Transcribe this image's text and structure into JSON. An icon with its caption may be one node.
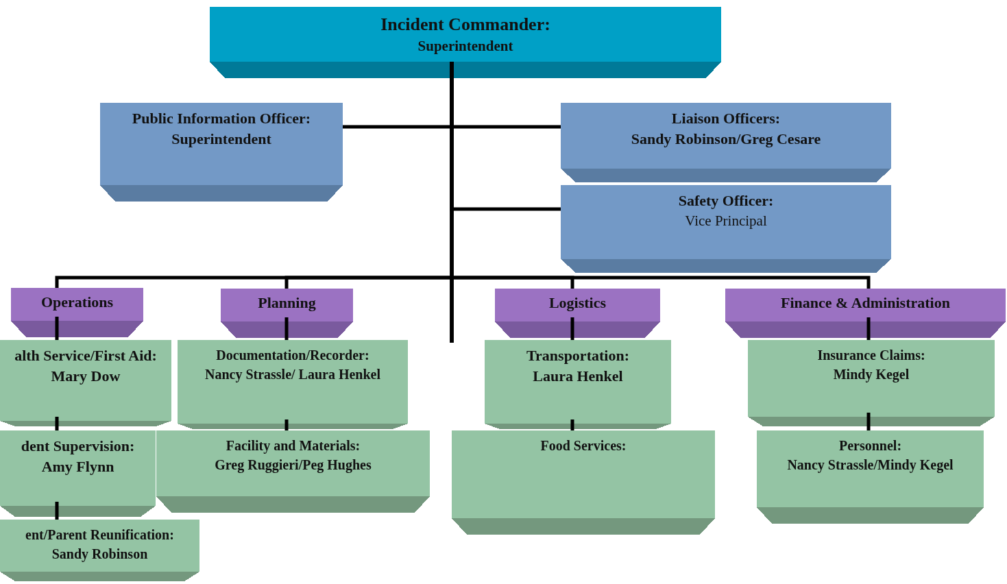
{
  "diagram": {
    "nodes": [
      {
        "text": [
          "Incident Commander:",
          "Superintendent"
        ]
      },
      {
        "text": [
          "Public Information Officer:",
          "Superintendent"
        ]
      },
      {
        "text": [
          "Liaison Officers:",
          "Sandy Robinson/Greg Cesare"
        ]
      },
      {
        "text": [
          "Safety Officer:",
          "Vice Principal"
        ]
      },
      {
        "text": [
          "Operations"
        ]
      },
      {
        "text": [
          "Planning"
        ]
      },
      {
        "text": [
          "Logistics"
        ]
      },
      {
        "text": [
          "Finance & Administration"
        ]
      },
      {
        "text": [
          "alth Service/First Aid:",
          "Mary Dow"
        ]
      },
      {
        "text": [
          "Documentation/Recorder:",
          "Nancy Strassle/ Laura Henkel"
        ]
      },
      {
        "text": [
          "Transportation:",
          "Laura Henkel"
        ]
      },
      {
        "text": [
          "Insurance Claims:",
          "Mindy Kegel"
        ]
      },
      {
        "text": [
          "dent Supervision:",
          "Amy Flynn"
        ]
      },
      {
        "text": [
          "Facility and Materials:",
          "Greg Ruggieri/Peg Hughes"
        ]
      },
      {
        "text": [
          "Food Services:"
        ]
      },
      {
        "text": [
          "Personnel:",
          "Nancy Strassle/Mindy Kegel"
        ]
      },
      {
        "text": [
          "ent/Parent Reunification:",
          "Sandy Robinson"
        ]
      }
    ],
    "edges": [
      {
        "from": 0,
        "to": 1,
        "arrow": "none"
      },
      {
        "from": 0,
        "to": 2,
        "arrow": "none"
      },
      {
        "from": 0,
        "to": 3,
        "arrow": "none"
      },
      {
        "from": 0,
        "to": 4,
        "arrow": "none"
      },
      {
        "from": 0,
        "to": 5,
        "arrow": "none"
      },
      {
        "from": 0,
        "to": 6,
        "arrow": "none"
      },
      {
        "from": 0,
        "to": 7,
        "arrow": "none"
      },
      {
        "from": 4,
        "to": 8,
        "arrow": "none"
      },
      {
        "from": 8,
        "to": 12,
        "arrow": "none"
      },
      {
        "from": 12,
        "to": 16,
        "arrow": "none"
      },
      {
        "from": 5,
        "to": 9,
        "arrow": "none"
      },
      {
        "from": 9,
        "to": 13,
        "arrow": "none"
      },
      {
        "from": 6,
        "to": 10,
        "arrow": "none"
      },
      {
        "from": 10,
        "to": 14,
        "arrow": "none"
      },
      {
        "from": 7,
        "to": 11,
        "arrow": "none"
      },
      {
        "from": 11,
        "to": 15,
        "arrow": "none"
      }
    ]
  }
}
